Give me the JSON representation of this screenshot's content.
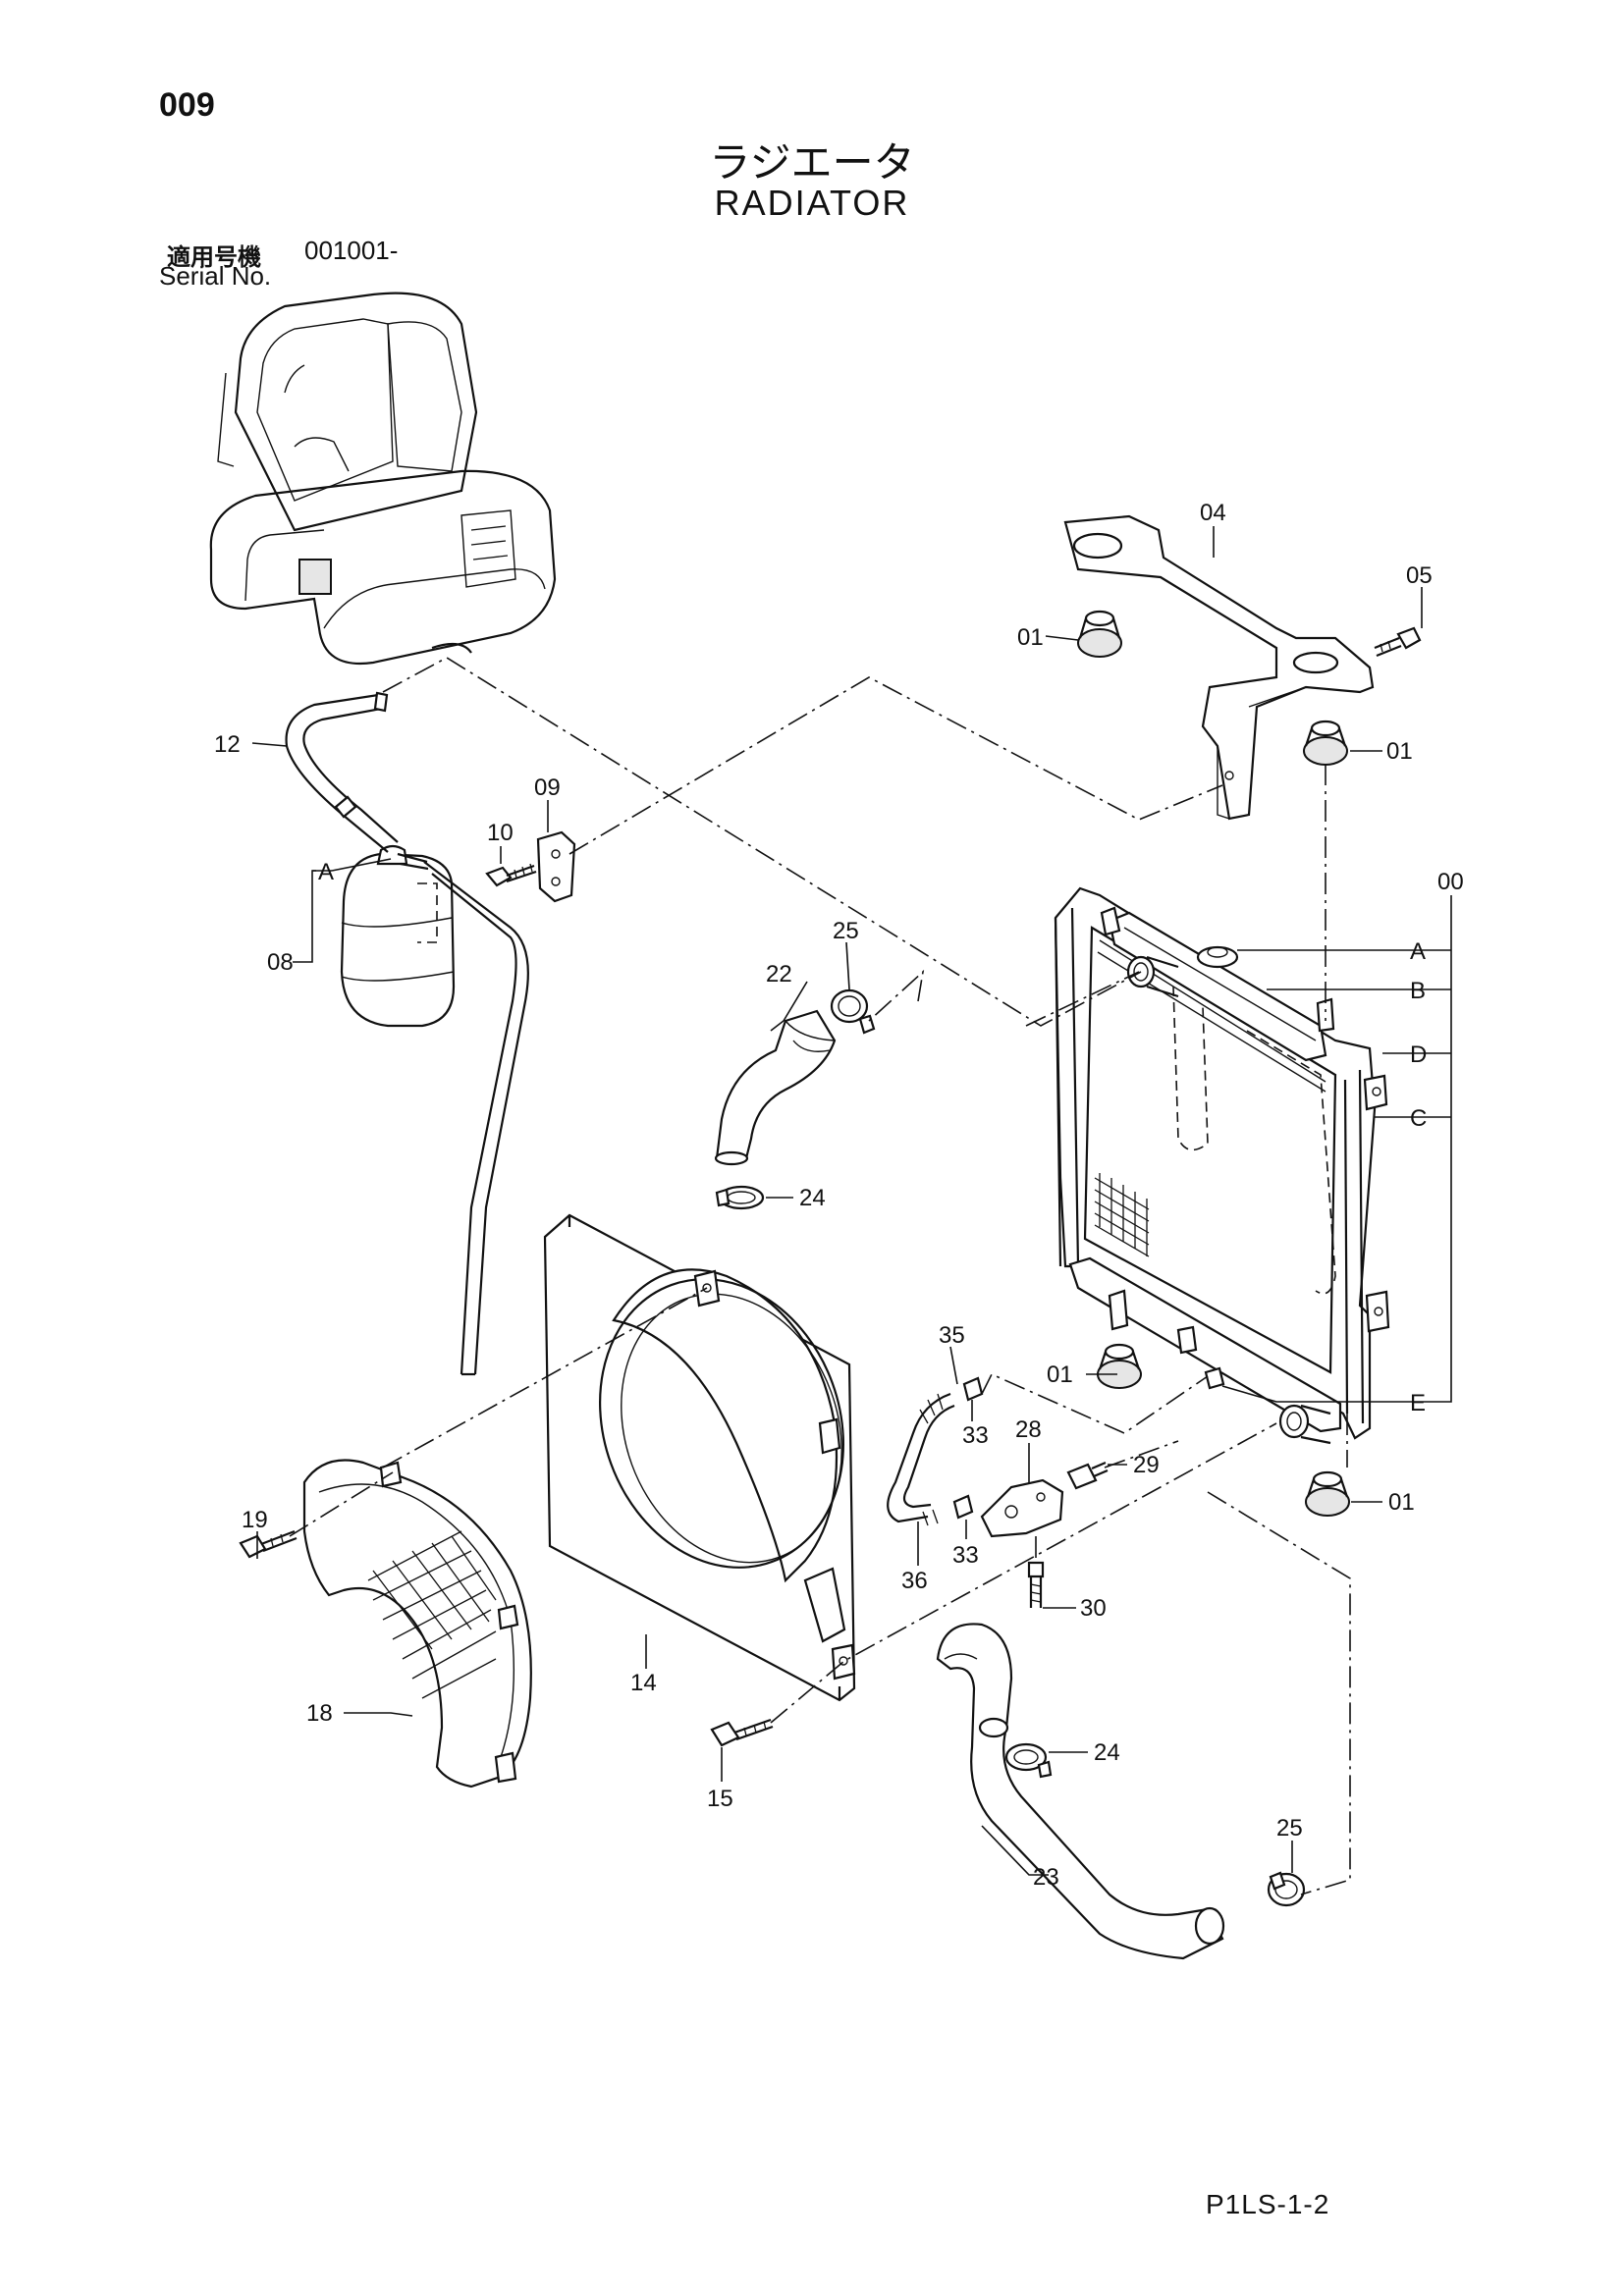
{
  "header": {
    "page_number": "009",
    "title_ja": "ラジエータ",
    "title_en": "RADIATOR",
    "serial_label_ja": "適用号機",
    "serial_label_en": "Serial No.",
    "serial_value": "001001-"
  },
  "footer": {
    "page_code": "P1LS-1-2"
  },
  "callouts": {
    "p00": "00",
    "p01a": "01",
    "p01b": "01",
    "p01c": "01",
    "p01d": "01",
    "p04": "04",
    "p05": "05",
    "p08": "08",
    "p09": "09",
    "p10": "10",
    "p12": "12",
    "p14": "14",
    "p15": "15",
    "p18": "18",
    "p19": "19",
    "p22": "22",
    "p23": "23",
    "p24a": "24",
    "p24b": "24",
    "p25a": "25",
    "p25b": "25",
    "p28": "28",
    "p29": "29",
    "p30": "30",
    "p33a": "33",
    "p33b": "33",
    "p35": "35",
    "p36": "36"
  },
  "connection_points": {
    "a_tank": "A",
    "a": "A",
    "b": "B",
    "c": "C",
    "d": "D",
    "e": "E"
  }
}
